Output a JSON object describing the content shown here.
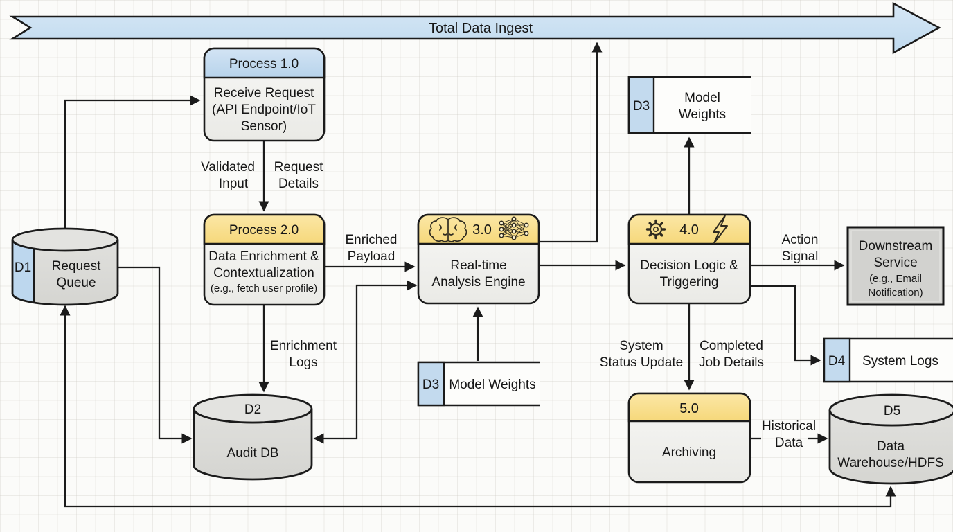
{
  "banner": {
    "label": "Total Data Ingest"
  },
  "processes": {
    "p1": {
      "title": "Process 1.0",
      "lines": [
        "Receive Request",
        "(API Endpoint/IoT",
        "Sensor)"
      ]
    },
    "p2": {
      "title": "Process 2.0",
      "lines": [
        "Data Enrichment &",
        "Contextualization"
      ],
      "note": "(e.g., fetch user profile)"
    },
    "p3": {
      "number": "3.0",
      "lines": [
        "Real-time",
        "Analysis Engine"
      ],
      "icons": [
        "brain-icon",
        "neural-network-icon"
      ]
    },
    "p4": {
      "number": "4.0",
      "lines": [
        "Decision Logic &",
        "Triggering"
      ],
      "icons": [
        "gear-icon",
        "lightning-bolt-icon"
      ]
    },
    "p5": {
      "number": "5.0",
      "lines": [
        "Archiving"
      ]
    }
  },
  "stores": {
    "d1": {
      "id": "D1",
      "lines": [
        "Request",
        "Queue"
      ]
    },
    "d2": {
      "id": "D2",
      "label": "Audit DB"
    },
    "d3_top": {
      "id": "D3",
      "lines": [
        "Model",
        "Weights"
      ]
    },
    "d3_mid": {
      "id": "D3",
      "label": "Model Weights"
    },
    "d4": {
      "id": "D4",
      "label": "System Logs"
    },
    "d5": {
      "id": "D5",
      "lines": [
        "Data",
        "Warehouse/HDFS"
      ]
    }
  },
  "entities": {
    "downstream": {
      "lines": [
        "Downstream",
        "Service"
      ],
      "note_lines": [
        "(e.g., Email",
        "Notification)"
      ]
    }
  },
  "flows": {
    "validated_input": [
      "Validated",
      "Input"
    ],
    "request_details": [
      "Request",
      "Details"
    ],
    "enriched_payload": [
      "Enriched",
      "Payload"
    ],
    "enrichment_logs": [
      "Enrichment",
      "Logs"
    ],
    "action_signal": [
      "Action",
      "Signal"
    ],
    "system_status_update": [
      "System",
      "Status Update"
    ],
    "completed_job_details": [
      "Completed",
      "Job Details"
    ],
    "historical_data": [
      "Historical",
      "Data"
    ]
  },
  "colors": {
    "banner_fill": "#c7dcef",
    "process_header_blue": "#bdd7ee",
    "process_header_yellow": "#f8dc85",
    "store_tag_blue": "#c3daee",
    "node_body": "#f1f1ee",
    "cylinder_fill": "#dcdcd9",
    "entity_fill": "#d2d2cf",
    "stroke": "#1b1b1b",
    "background": "#fbfbf9"
  }
}
